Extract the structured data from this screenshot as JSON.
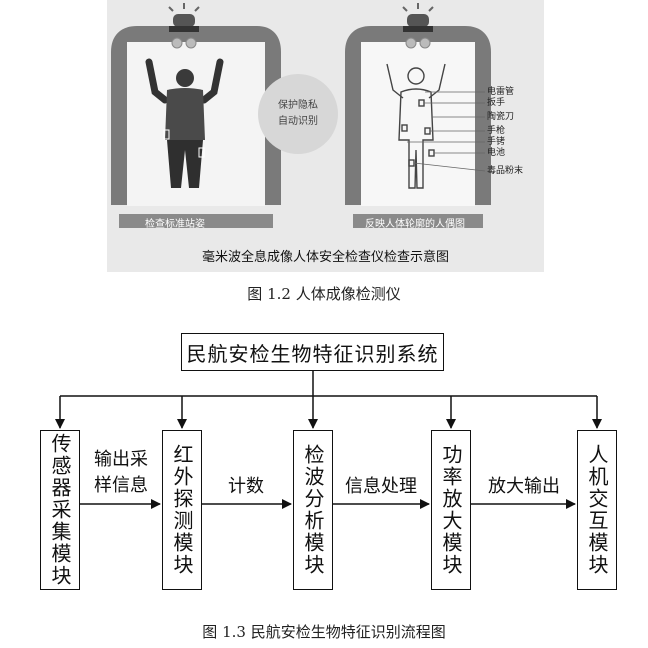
{
  "figure_1_2": {
    "left_panel_label": "检查标准站姿",
    "right_panel_label": "反映人体轮廓的人偶图",
    "center_badge": [
      "保护隐私",
      "自动识别"
    ],
    "callouts": [
      "电雷管",
      "扳手",
      "陶瓷刀",
      "手枪",
      "手铐",
      "电池",
      "毒品粉末"
    ],
    "inner_caption": "毫米波全息成像人体安全检查仪检查示意图",
    "caption": "图 1.2 人体成像检测仪",
    "colors": {
      "frame": "#7a7a7a",
      "banner": "#8a8a8a",
      "background": "#e9e9e9",
      "badge": "#d7d7d7"
    }
  },
  "figure_1_3": {
    "title": "民航安检生物特征识别系统",
    "modules": [
      "传感器采集模块",
      "红外探测模块",
      "检波分析模块",
      "功率放大模块",
      "人机交互模块"
    ],
    "edge_labels": [
      [
        "输出采",
        "样信息"
      ],
      [
        "计数"
      ],
      [
        "信息处理"
      ],
      [
        "放大输出"
      ]
    ],
    "caption": "图 1.3 民航安检生物特征识别流程图"
  }
}
